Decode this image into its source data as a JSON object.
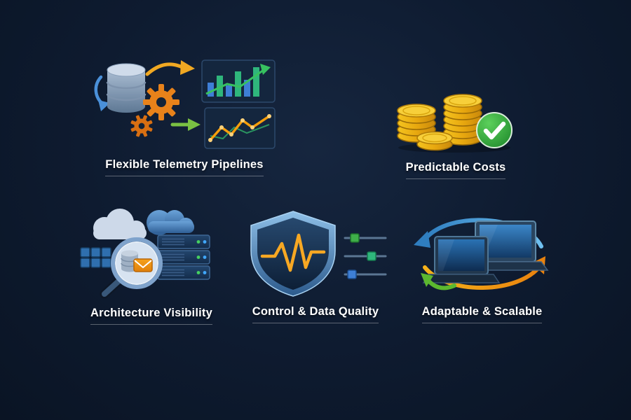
{
  "page": {
    "background_center": "#16263f",
    "background_edge": "#0a1424",
    "label_color": "#ffffff",
    "underline_color": "rgba(255,255,255,0.32)"
  },
  "colors": {
    "accent_orange": "#f0a822",
    "accent_green": "#3fae49",
    "accent_blue": "#3e7fd6",
    "coin_gold": "#f4c41f",
    "check_green": "#1d8a2b",
    "panel_navy": "#14263e"
  },
  "features": [
    {
      "label": "Flexible Telemetry Pipelines",
      "icon": "database-gears-charts-icon"
    },
    {
      "label": "Predictable Costs",
      "icon": "coin-stacks-checkmark-icon"
    },
    {
      "label": "Architecture Visibility",
      "icon": "cloud-servers-magnifier-icon"
    },
    {
      "label": "Control & Data Quality",
      "icon": "shield-pulse-sliders-icon"
    },
    {
      "label": "Adaptable & Scalable",
      "icon": "laptops-sync-arrows-icon"
    }
  ]
}
